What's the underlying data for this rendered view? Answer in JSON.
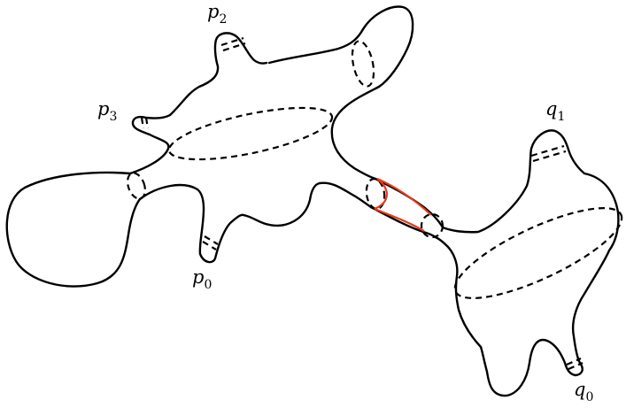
{
  "labels": {
    "p2": {
      "base": "p",
      "sub": "2"
    },
    "p3": {
      "base": "p",
      "sub": "3"
    },
    "p0": {
      "base": "p",
      "sub": "0"
    },
    "q1": {
      "base": "q",
      "sub": "1"
    },
    "q0": {
      "base": "q",
      "sub": "0"
    }
  },
  "colors": {
    "outline": "#000000",
    "highlight": "#e8381a"
  }
}
